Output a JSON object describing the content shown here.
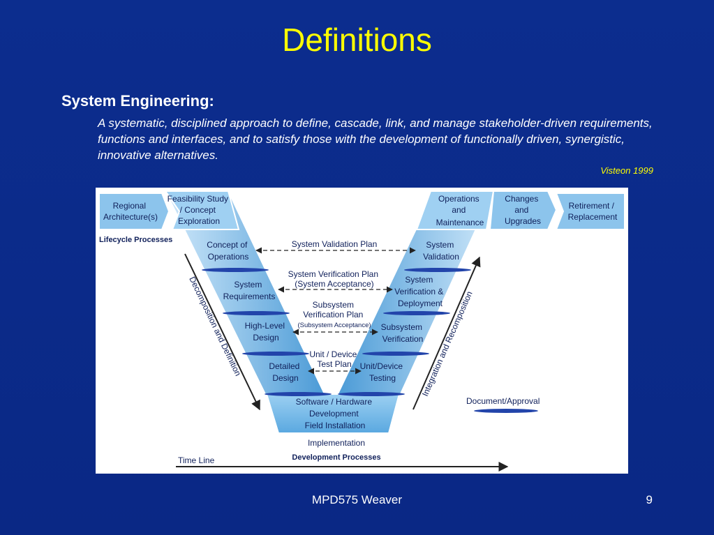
{
  "slide": {
    "title": "Definitions",
    "heading": "System Engineering:",
    "definition": "A systematic, disciplined approach to define, cascade, link, and manage stakeholder-driven requirements, functions and interfaces, and to satisfy those with the development of functionally driven, synergistic, innovative alternatives.",
    "citation": "Visteon 1999",
    "footer": "MPD575 Weaver",
    "page_number": "9"
  },
  "diagram": {
    "lifecycle_label": "Lifecycle Processes",
    "development_label": "Development Processes",
    "implementation_label": "Implementation",
    "time_line_label": "Time Line",
    "decomposition_label": "Decomposition and Definition",
    "integration_label": "Integration and Recomposition",
    "legend_label": "Document/Approval",
    "top_left": {
      "regional": [
        "Regional",
        "Architecture(s)"
      ],
      "feasibility": [
        "Feasibility Study",
        "/ Concept",
        "Exploration"
      ]
    },
    "top_right": {
      "operations": [
        "Operations",
        "and",
        "Maintenance"
      ],
      "changes": [
        "Changes",
        "and",
        "Upgrades"
      ],
      "retirement": [
        "Retirement /",
        "Replacement"
      ]
    },
    "left_stages": [
      [
        "Concept of",
        "Operations"
      ],
      [
        "System",
        "Requirements"
      ],
      [
        "High-Level",
        "Design"
      ],
      [
        "Detailed",
        "Design"
      ]
    ],
    "right_stages": [
      [
        "System",
        "Validation"
      ],
      [
        "System",
        "Verification &",
        "Deployment"
      ],
      [
        "Subsystem",
        "Verification"
      ],
      [
        "Unit/Device",
        "Testing"
      ]
    ],
    "bottom_stage": [
      "Software / Hardware",
      "Development",
      "Field Installation"
    ],
    "plans": {
      "validation": "System Validation Plan",
      "verification": [
        "System Verification Plan",
        "(System Acceptance)"
      ],
      "subsystem": [
        "Subsystem",
        "Verification Plan",
        "(Subsystem Acceptance)"
      ],
      "unit": [
        "Unit / Device",
        "Test Plan"
      ]
    },
    "colors": {
      "band_light": "#a8d4f0",
      "band_dark": "#3d8fd0",
      "disc": "#2244aa",
      "text": "#10205a"
    }
  }
}
